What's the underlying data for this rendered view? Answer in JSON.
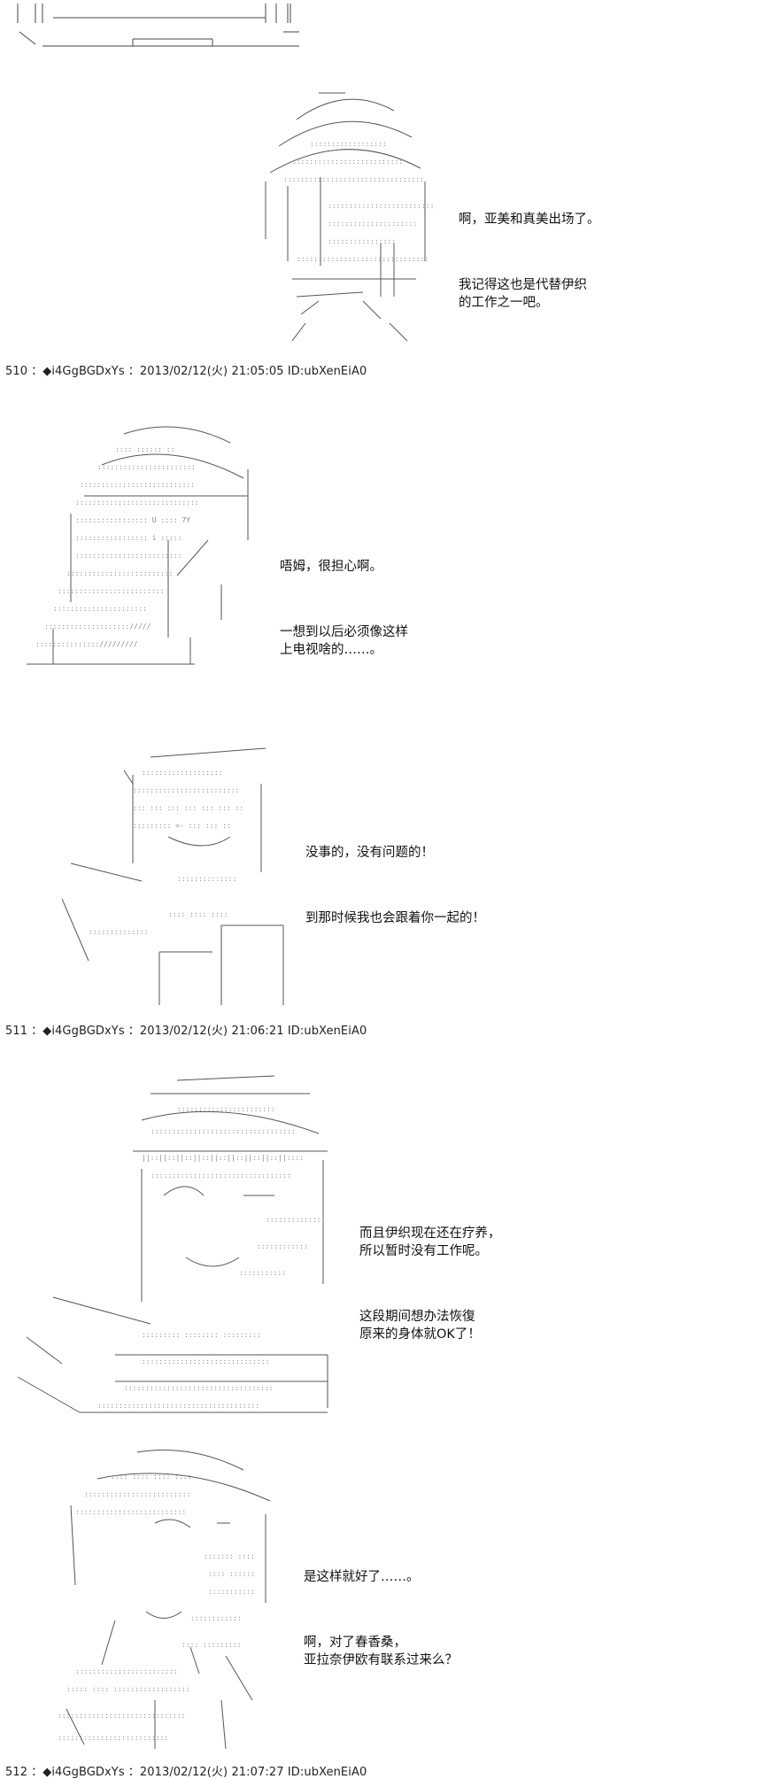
{
  "posts": [
    {
      "id": "post-509-tail",
      "dialogue": [
        "啊，亚美和真美出场了。",
        "我记得这也是代替伊织\n的工作之一吧。"
      ]
    },
    {
      "id": "post-510",
      "header": {
        "number": "510",
        "separator": "：",
        "trip": "◆i4GgBGDxYs",
        "date": "：2013/02/12(火) 21:05:05",
        "user_id": "ID:ubXenEiA0"
      },
      "dialogue": [
        "唔姆，很担心啊。",
        "一想到以后必须像这样\n上电视啥的……。"
      ],
      "dialogue_2": [
        "没事的，没有问题的！",
        "到那时候我也会跟着你一起的！"
      ]
    },
    {
      "id": "post-511",
      "header": {
        "number": "511",
        "separator": "：",
        "trip": "◆i4GgBGDxYs",
        "date": "：2013/02/12(火) 21:06:21",
        "user_id": "ID:ubXenEiA0"
      },
      "dialogue": [
        "而且伊织现在还在疗养，\n所以暂时没有工作呢。",
        "这段期间想办法恢復\n原来的身体就OK了！"
      ],
      "dialogue_2": [
        "是这样就好了……。",
        "啊，对了春香桑，\n亚拉奈伊欧有联系过来么？"
      ]
    },
    {
      "id": "post-512",
      "header": {
        "number": "512",
        "separator": "：",
        "trip": "◆i4GgBGDxYs",
        "date": "：2013/02/12(火) 21:07:27",
        "user_id": "ID:ubXenEiA0"
      }
    }
  ]
}
